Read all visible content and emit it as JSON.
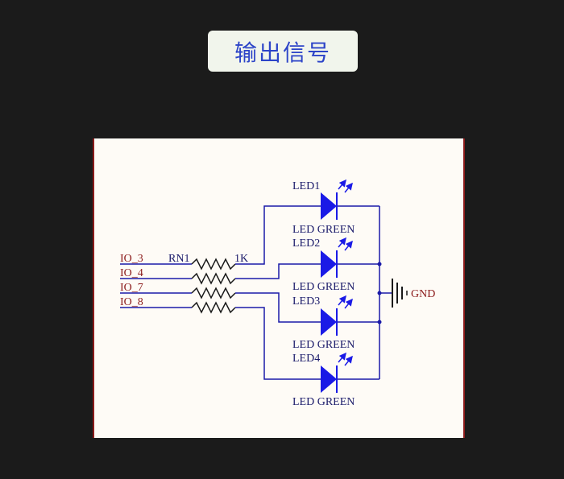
{
  "header": {
    "title": "输出信号"
  },
  "schematic": {
    "nets": [
      "IO_3",
      "IO_4",
      "IO_7",
      "IO_8"
    ],
    "resistor_ref": "RN1",
    "resistor_value": "1K",
    "leds": [
      {
        "ref": "LED1",
        "value": "LED GREEN"
      },
      {
        "ref": "LED2",
        "value": "LED GREEN"
      },
      {
        "ref": "LED3",
        "value": "LED GREEN"
      },
      {
        "ref": "LED4",
        "value": "LED GREEN"
      }
    ],
    "ground_label": "GND",
    "colors": {
      "wire": "#1a1aa8",
      "component": "#1a1ae6",
      "net_label": "#8b1a1a",
      "resistor": "#1a1a1a",
      "background": "#fefbf6"
    }
  }
}
